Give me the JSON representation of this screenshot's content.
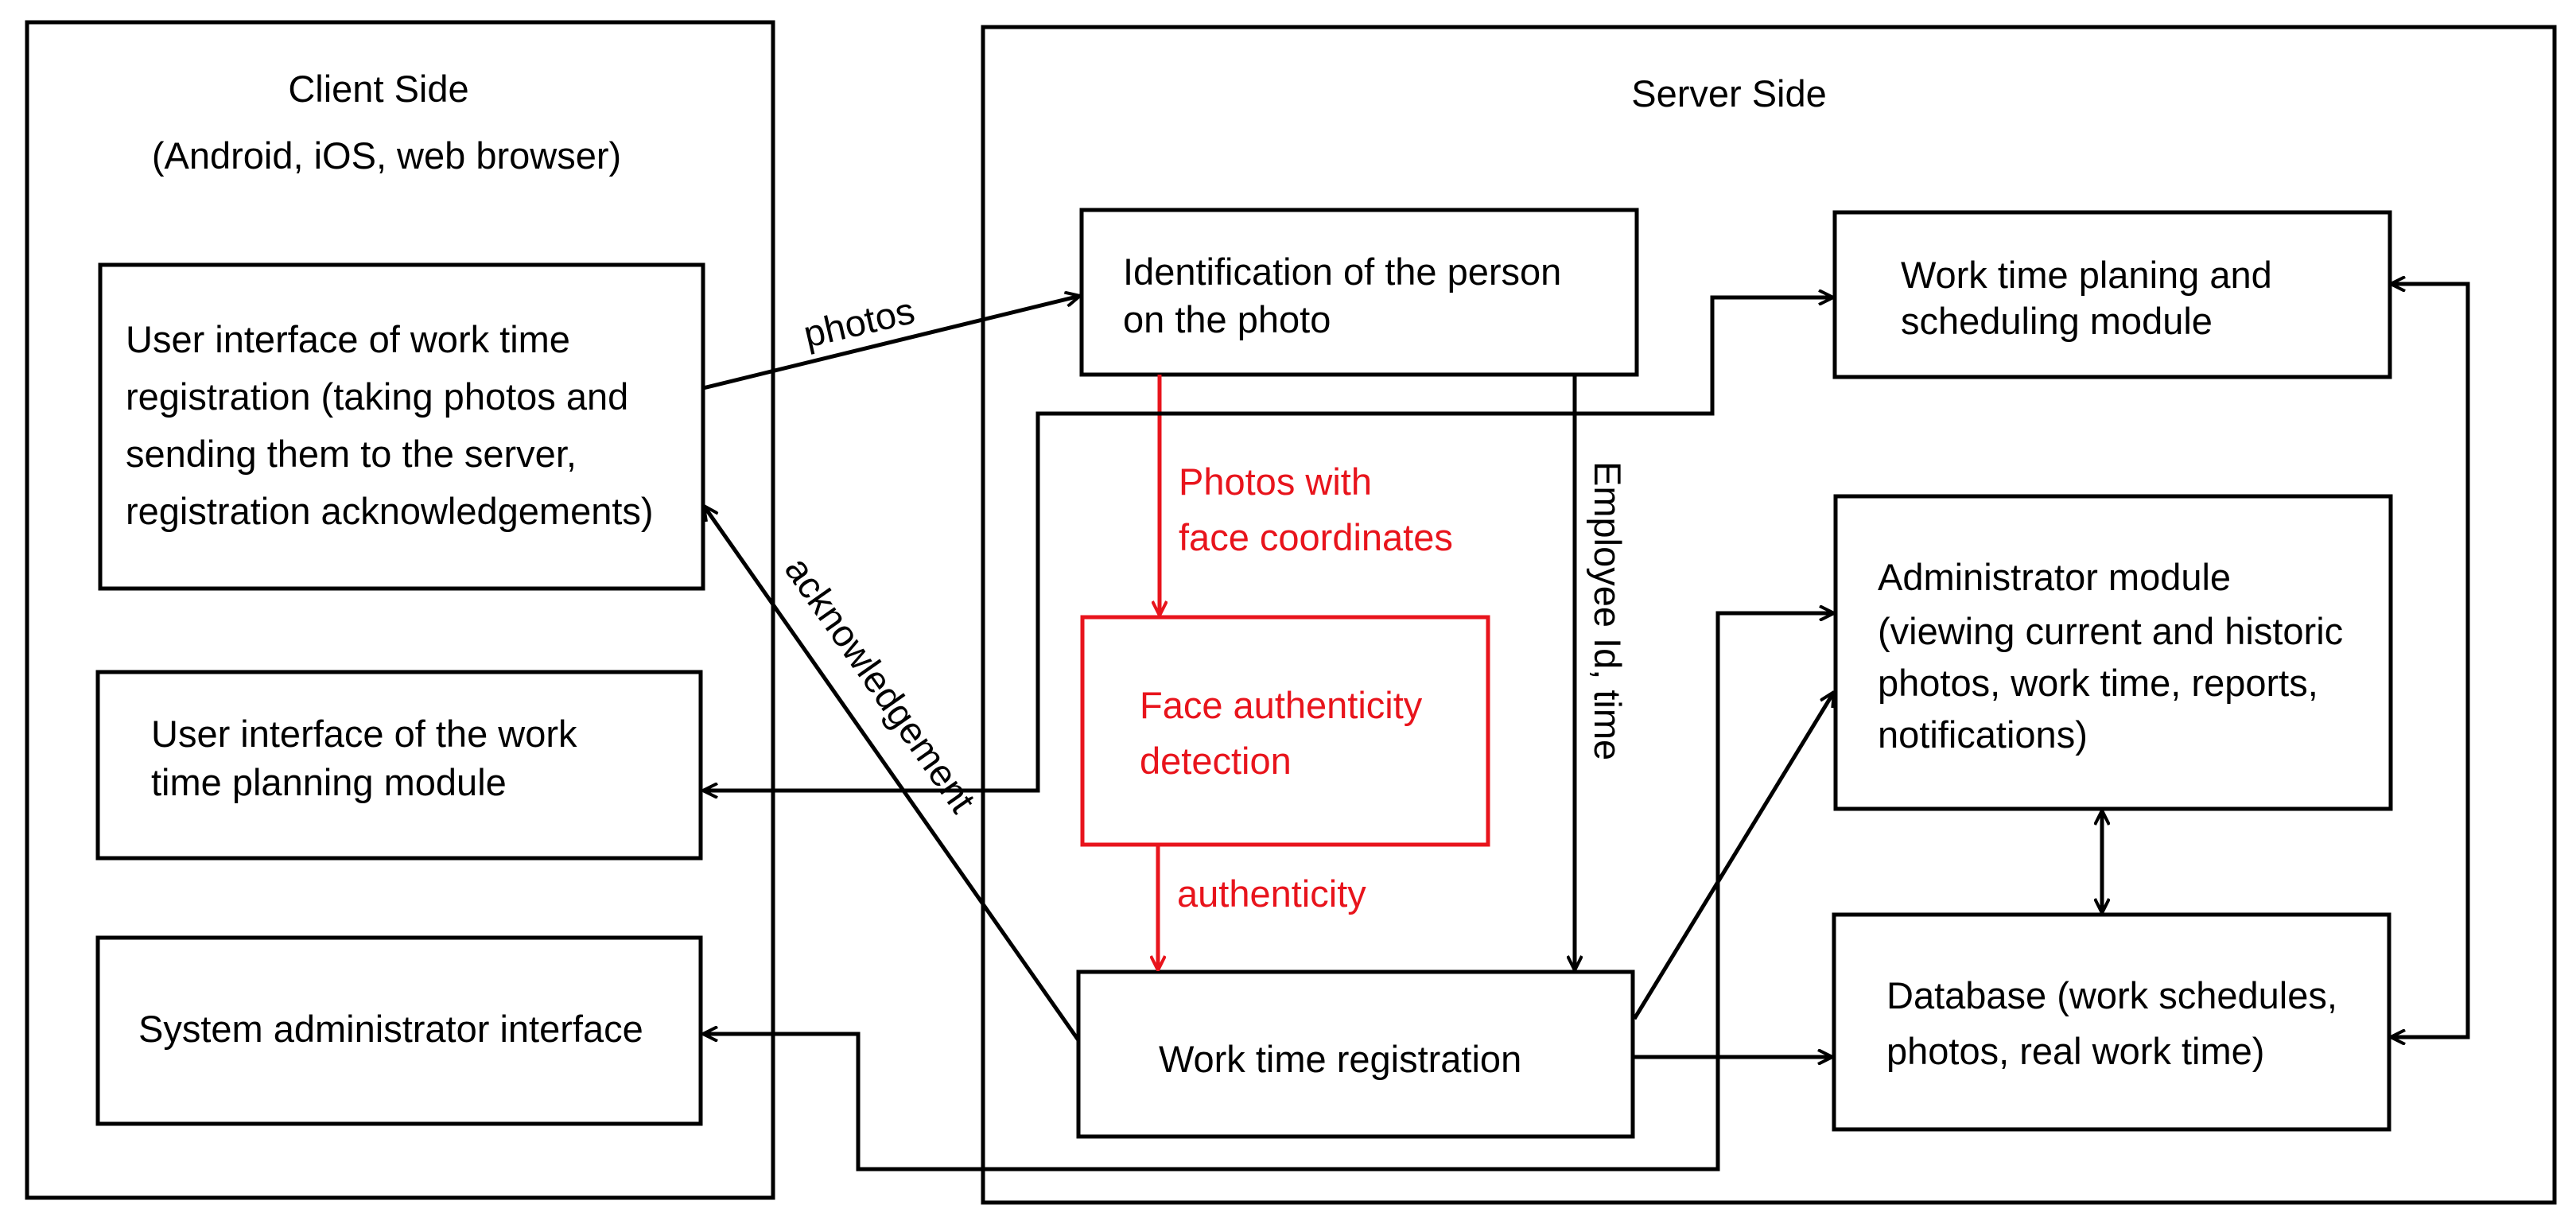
{
  "client_side": {
    "title": "Client Side",
    "subtitle": "(Android, iOS, web browser)",
    "registration_ui": [
      "User interface of work time",
      "registration (taking photos and",
      "sending them to the server,",
      "registration acknowledgements)"
    ],
    "planning_ui": [
      "User interface of the work",
      "time planning module"
    ],
    "sysadmin_ui": [
      "System administrator interface"
    ]
  },
  "server_side": {
    "title": "Server Side",
    "identification": [
      "Identification of the person",
      "on the photo"
    ],
    "face_detection": [
      "Face authenticity",
      "detection"
    ],
    "registration": [
      "Work time registration"
    ],
    "planning": [
      "Work time planing and",
      "scheduling module"
    ],
    "admin": [
      "Administrator module",
      "(viewing current and historic",
      "photos, work time, reports,",
      "notifications)"
    ],
    "database": [
      "Database (work schedules,",
      "photos, real work time)"
    ]
  },
  "flow_labels": {
    "photos": "photos",
    "acknowledgement": "acknowledgement",
    "photos_with_coords": [
      "Photos with",
      "face coordinates"
    ],
    "authenticity": "authenticity",
    "employee_id": "Employee Id, time"
  },
  "colors": {
    "line": "#000000",
    "highlight": "#e8141c"
  }
}
